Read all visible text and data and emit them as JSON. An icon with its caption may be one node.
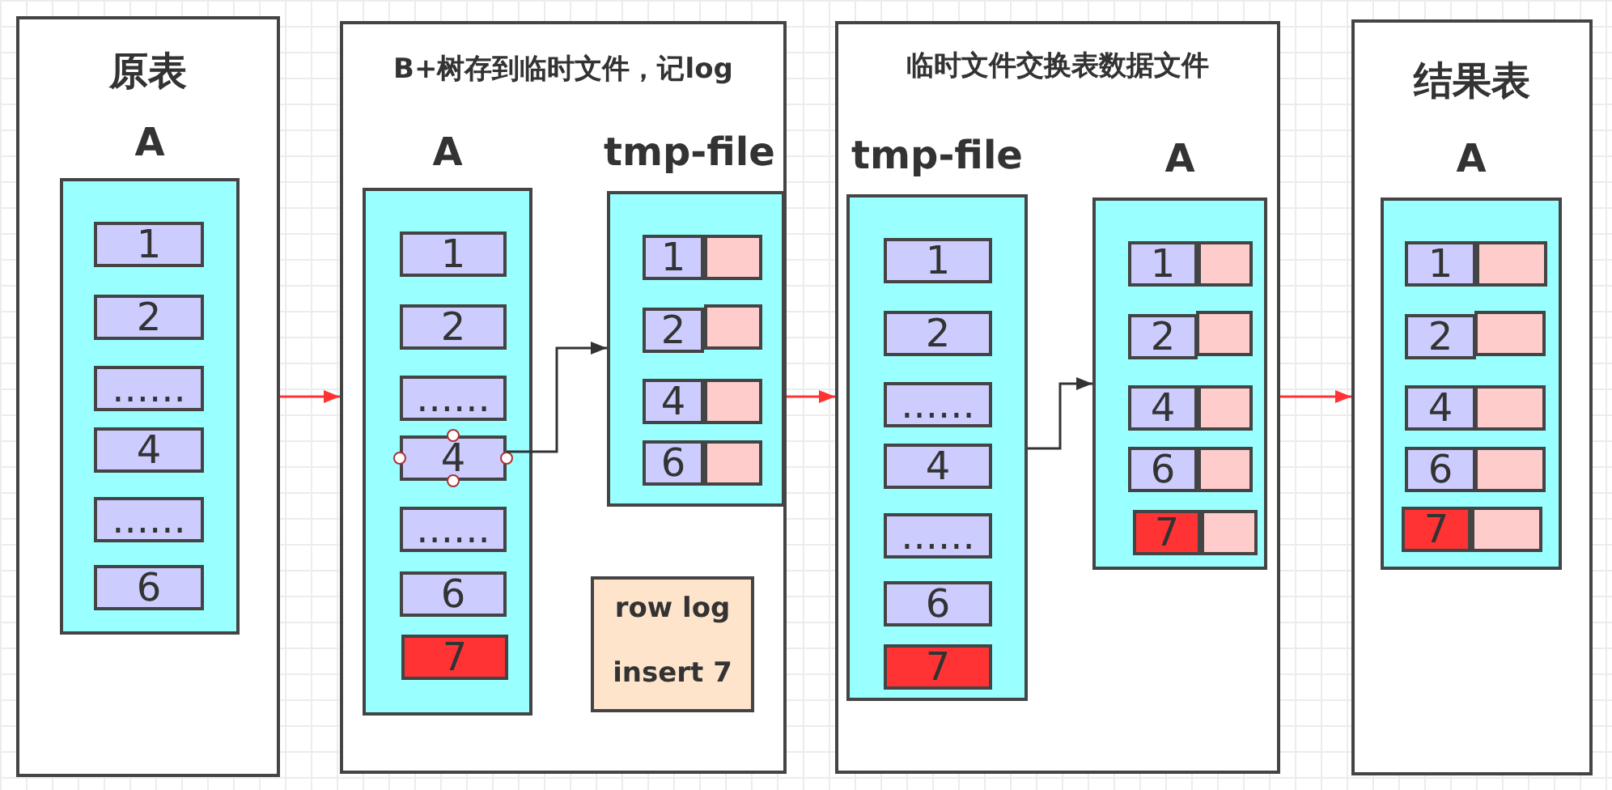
{
  "diagram": {
    "nodes": [
      {
        "text": [
          "原表"
        ]
      },
      {
        "text": [
          "A"
        ],
        "in": 0
      },
      {
        "text": [
          "1"
        ],
        "in": 1
      },
      {
        "text": [
          "2"
        ],
        "in": 1
      },
      {
        "text": [
          "......"
        ],
        "in": 1
      },
      {
        "text": [
          "4"
        ],
        "in": 1
      },
      {
        "text": [
          "......"
        ],
        "in": 1
      },
      {
        "text": [
          "6"
        ],
        "in": 1
      },
      {
        "text": [
          "B+树存到临时文件，记log"
        ]
      },
      {
        "text": [
          "A"
        ],
        "in": 8
      },
      {
        "text": [
          "1"
        ],
        "in": 9
      },
      {
        "text": [
          "2"
        ],
        "in": 9
      },
      {
        "text": [
          "......"
        ],
        "in": 9
      },
      {
        "text": [
          "4"
        ],
        "in": 9
      },
      {
        "text": [
          "......"
        ],
        "in": 9
      },
      {
        "text": [
          "6"
        ],
        "in": 9
      },
      {
        "text": [
          "7"
        ],
        "in": 9
      },
      {
        "text": [
          "tmp-file"
        ],
        "in": 8
      },
      {
        "text": [
          "1"
        ],
        "in": 17
      },
      {
        "text": [],
        "shape": "box",
        "in": 17
      },
      {
        "text": [
          "2"
        ],
        "in": 17
      },
      {
        "text": [],
        "shape": "box",
        "in": 17
      },
      {
        "text": [
          "4"
        ],
        "in": 17
      },
      {
        "text": [],
        "shape": "box",
        "in": 17
      },
      {
        "text": [
          "6"
        ],
        "in": 17
      },
      {
        "text": [],
        "shape": "box",
        "in": 17
      },
      {
        "text": [
          "row log",
          "insert 7"
        ],
        "in": 8
      },
      {
        "text": [
          "临时文件交换表数据文件"
        ]
      },
      {
        "text": [
          "tmp-file"
        ],
        "in": 27
      },
      {
        "text": [
          "1"
        ],
        "in": 28
      },
      {
        "text": [
          "2"
        ],
        "in": 28
      },
      {
        "text": [
          "......"
        ],
        "in": 28
      },
      {
        "text": [
          "4"
        ],
        "in": 28
      },
      {
        "text": [
          "......"
        ],
        "in": 28
      },
      {
        "text": [
          "6"
        ],
        "in": 28
      },
      {
        "text": [
          "7"
        ],
        "in": 28
      },
      {
        "text": [
          "A"
        ],
        "in": 27
      },
      {
        "text": [
          "1"
        ],
        "in": 36
      },
      {
        "text": [],
        "shape": "box",
        "in": 36
      },
      {
        "text": [
          "2"
        ],
        "in": 36
      },
      {
        "text": [],
        "shape": "box",
        "in": 36
      },
      {
        "text": [
          "4"
        ],
        "in": 36
      },
      {
        "text": [],
        "shape": "box",
        "in": 36
      },
      {
        "text": [
          "6"
        ],
        "in": 36
      },
      {
        "text": [],
        "shape": "box",
        "in": 36
      },
      {
        "text": [
          "7"
        ],
        "in": 36
      },
      {
        "text": [],
        "shape": "box",
        "in": 36
      },
      {
        "text": [
          "结果表"
        ]
      },
      {
        "text": [
          "A"
        ],
        "in": 47
      },
      {
        "text": [
          "1"
        ],
        "in": 48
      },
      {
        "text": [],
        "shape": "box",
        "in": 48
      },
      {
        "text": [
          "2"
        ],
        "in": 48
      },
      {
        "text": [],
        "shape": "box",
        "in": 48
      },
      {
        "text": [
          "4"
        ],
        "in": 48
      },
      {
        "text": [],
        "shape": "box",
        "in": 48
      },
      {
        "text": [
          "6"
        ],
        "in": 48
      },
      {
        "text": [],
        "shape": "box",
        "in": 48
      },
      {
        "text": [
          "7"
        ],
        "in": 48
      },
      {
        "text": [],
        "shape": "box",
        "in": 48
      }
    ],
    "edges": [
      {
        "from": 0,
        "to": 8,
        "arrow": "to"
      },
      {
        "from": 8,
        "to": 27,
        "arrow": "to"
      },
      {
        "from": 27,
        "to": 47,
        "arrow": "to"
      },
      {
        "from": 13,
        "to": 17,
        "arrow": "to",
        "color": "#333333"
      },
      {
        "from": 28,
        "to": 36,
        "arrow": "to",
        "color": "#333333"
      }
    ]
  }
}
